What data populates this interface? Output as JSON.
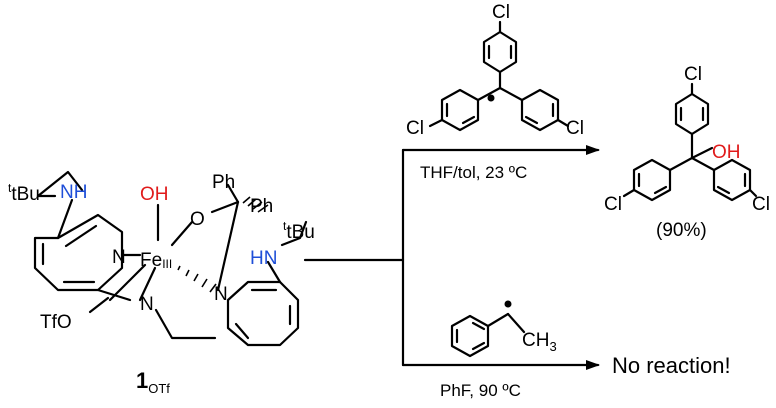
{
  "complex": {
    "label_main": "1",
    "label_sub": "OTf",
    "atoms": {
      "tbu_left": "tBu",
      "nh_left": "NH",
      "oh": "OH",
      "ph_top": "Ph",
      "o_bridge": "O",
      "ph_right": "Ph",
      "tbu_right": "tBu",
      "hn_right": "HN",
      "fe": "Fe",
      "fe_ox": "III",
      "n_pyr_left": "N",
      "n_amine": "N",
      "n_pyr_right": "N",
      "tfo": "TfO"
    }
  },
  "reaction_top": {
    "reagent_cl_top": "Cl",
    "reagent_cl_left": "Cl",
    "reagent_cl_right": "Cl",
    "conditions": "THF/tol, 23 ºC",
    "product_cl_top": "Cl",
    "product_oh": "OH",
    "product_cl_left": "Cl",
    "product_cl_right": "Cl",
    "yield": "(90%)"
  },
  "reaction_bottom": {
    "reagent_ch3": "CH3",
    "conditions": "PhF, 90 ºC",
    "result": "No reaction!"
  },
  "colors": {
    "nitrogen_h": "#1f4fd8",
    "oxygen_h": "#e01b1b",
    "ink": "#000000"
  }
}
